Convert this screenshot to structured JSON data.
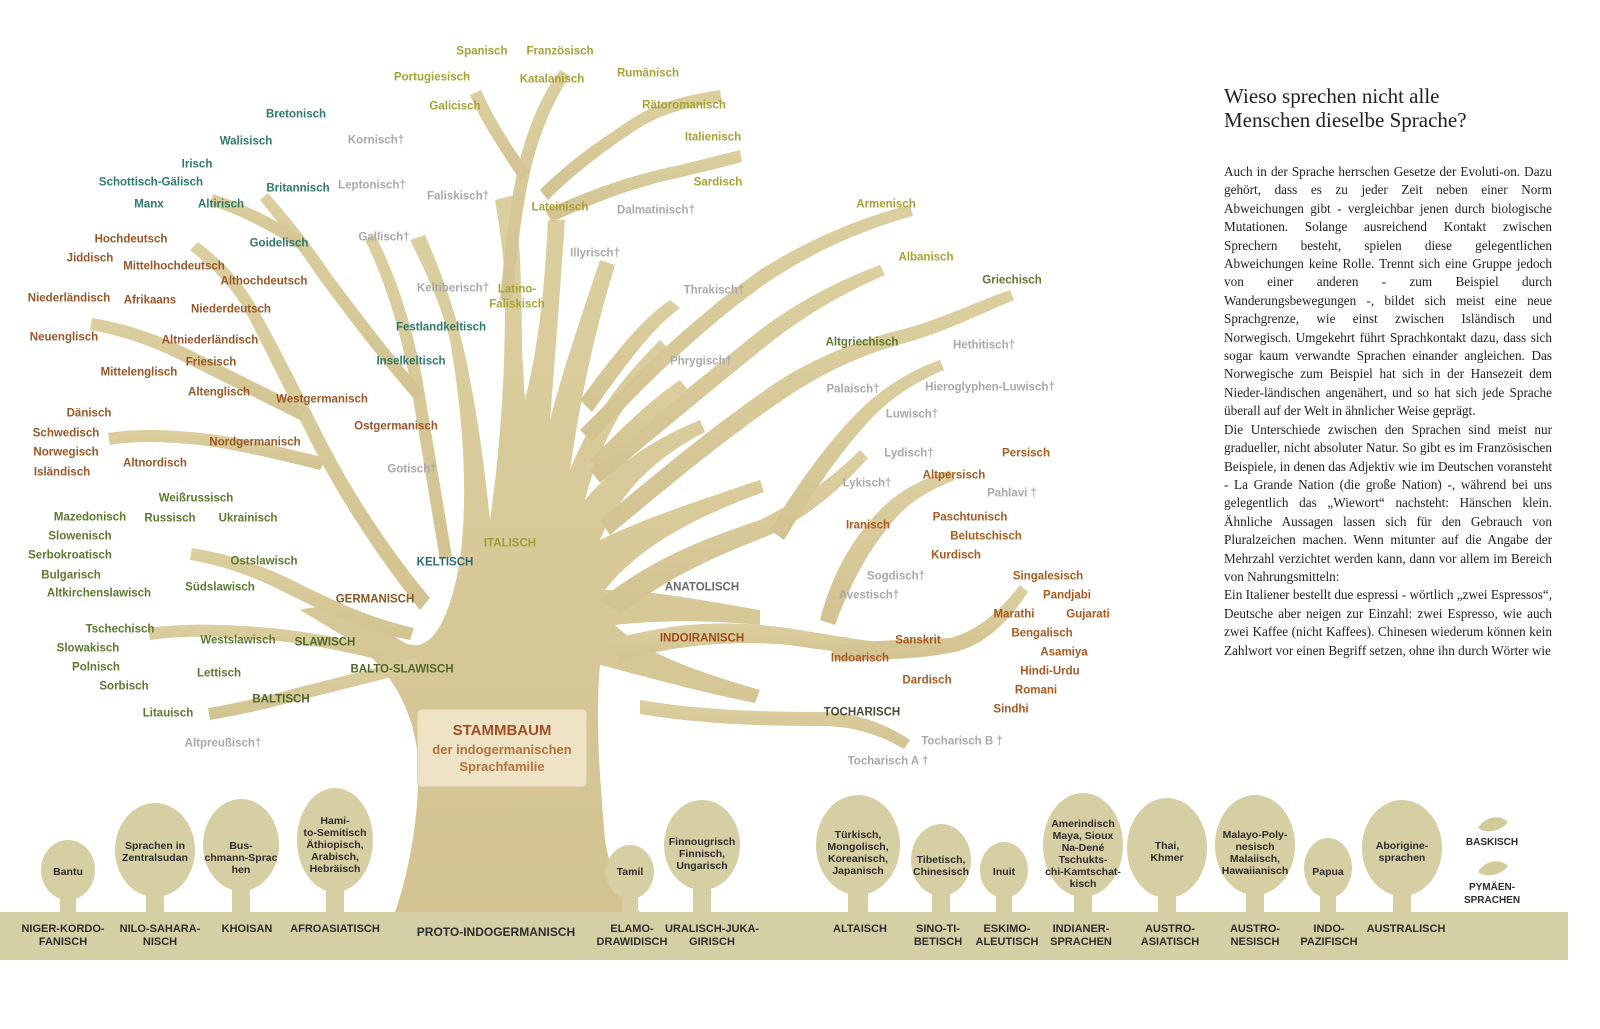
{
  "title_box": {
    "line1": "STAMMBAUM",
    "line2": "der indogermanischen",
    "line3": "Sprachfamilie"
  },
  "side": {
    "heading_line1": "Wieso sprechen nicht alle",
    "heading_line2": "Menschen dieselbe Sprache?",
    "paragraph1": "Auch in der Sprache herrschen Gesetze der Evoluti-on. Dazu gehört, dass es zu jeder Zeit neben einer Norm Abweichungen gibt - vergleichbar jenen durch biologische Mutationen. Solange ausreichend Kontakt zwischen Sprechern besteht, spielen diese gelegentlichen Abweichungen keine Rolle. Trennt sich eine Gruppe jedoch von einer anderen - zum Beispiel durch Wanderungsbewegungen -, bildet sich meist eine neue Sprachgrenze, wie einst zwischen Isländisch und Norwegisch. Umgekehrt führt Sprachkontakt dazu, dass sich sogar kaum verwandte Sprachen einander angleichen. Das Norwegische zum Beispiel hat sich in der Hansezeit dem Nieder-ländischen angenähert, und so hat sich jede Sprache überall auf der Welt in ähnlicher Weise geprägt.",
    "paragraph2": "Die Unterschiede zwischen den Sprachen sind meist nur gradueller, nicht absoluter Natur. So gibt es im Französischen Beispiele, in denen das Adjektiv wie im Deutschen voransteht - La Grande Nation (die große Nation) -, während bei uns gelegentlich das „Wiewort“ nachsteht: Hänschen klein. Ähnliche Aussagen lassen sich für den Gebrauch von Pluralzeichen machen. Wenn mitunter auf die Angabe der Mehrzahl verzichtet werden kann, dann vor allem im Bereich von Nahrungsmitteln:",
    "paragraph3": "Ein Italiener bestellt due espressi - wörtlich „zwei Espressos“, Deutsche aber neigen zur Einzahl: zwei Espresso, wie auch zwei Kaffee (nicht Kaffees). Chinesen wiederum können kein Zahlwort vor einen Begriff setzen, ohne ihn durch Wörter wie"
  },
  "branches": {
    "italic": [
      "Spanisch",
      "Französisch",
      "Portugiesisch",
      "Katalanisch",
      "Rumänisch",
      "Galicisch",
      "Rätoromanisch",
      "Italienisch",
      "Sardisch",
      "Dalmatinisch†",
      "Lateinisch",
      "Latino-",
      "Faliskisch",
      "Faliskisch†",
      "ITALISCH"
    ],
    "celtic": [
      "Bretonisch",
      "Walisisch",
      "Irisch",
      "Schottisch-Gälisch",
      "Manx",
      "Altirisch",
      "Britannisch",
      "Goidelisch",
      "Kornisch†",
      "Leptonisch†",
      "Gallisch†",
      "Keltiberisch†",
      "Festlandkeltisch",
      "Inselkeltisch",
      "KELTISCH"
    ],
    "germanic": [
      "Hochdeutsch",
      "Jiddisch",
      "Mittelhochdeutsch",
      "Althochdeutsch",
      "Niederländisch",
      "Afrikaans",
      "Niederdeutsch",
      "Altniederländisch",
      "Neuenglisch",
      "Friesisch",
      "Mittelenglisch",
      "Altenglisch",
      "Westgermanisch",
      "Ostgermanisch",
      "Gotisch†",
      "Dänisch",
      "Schwedisch",
      "Norwegisch",
      "Isländisch",
      "Nordgermanisch",
      "Altnordisch",
      "GERMANISCH"
    ],
    "slavic": [
      "Weißrussisch",
      "Mazedonisch",
      "Russisch",
      "Ukrainisch",
      "Slowenisch",
      "Serbokroatisch",
      "Ostslawisch",
      "Bulgarisch",
      "Südslawisch",
      "Altkirchenslawisch",
      "Tschechisch",
      "Westslawisch",
      "Slowakisch",
      "SLAWISCH",
      "Polnisch",
      "BALTO-SLAWISCH",
      "Lettisch",
      "Sorbisch",
      "BALTISCH",
      "Litauisch",
      "Altpreußisch†"
    ],
    "other_ie": [
      "Armenisch",
      "Illyrisch†",
      "Albanisch",
      "Griechisch",
      "Thrakisch†",
      "Phrygisch†",
      "Altgriechisch"
    ],
    "anatolian": [
      "Hethitisch†",
      "Palaisch†",
      "Hieroglyphen-Luwisch†",
      "Luwisch†",
      "Lydisch†",
      "Lykisch†",
      "ANATOLISCH"
    ],
    "indoiranian": [
      "Persisch",
      "Altpersisch",
      "Pahlavi †",
      "Iranisch",
      "Paschtunisch",
      "Belutschisch",
      "Kurdisch",
      "Sogdisch†",
      "Avestisch†",
      "Singalesisch",
      "Pandjabi",
      "Marathi",
      "Gujarati",
      "Bengalisch",
      "Sanskrit",
      "Asamiya",
      "Indoarisch",
      "Hindi-Urdu",
      "Dardisch",
      "Romani",
      "Sindhi",
      "INDOIRANISCH"
    ],
    "tocharian": [
      "TOCHARISCH",
      "Tocharisch B †",
      "Tocharisch A †"
    ]
  },
  "small_trees": [
    {
      "text": "Bantu",
      "ground": "NIGER-KORDO-\nFANISCH"
    },
    {
      "text": "Sprachen in\nZentralsudan",
      "ground": "NILO-SAHARA-\nNISCH"
    },
    {
      "text": "Bus-\nchmann-Sprac\nhen",
      "ground": "KHOISAN"
    },
    {
      "text": "Hami-\nto-Semitisch\nÄthiopisch,\nArabisch,\nHebräisch",
      "ground": "AFROASIATISCH"
    },
    {
      "text": "Tamil",
      "ground": "ELAMO-\nDRAWIDISCH"
    },
    {
      "text": "Finnougrisch\nFinnisch,\nUngarisch",
      "ground": "URALISCH-JUKA-\nGIRISCH"
    },
    {
      "text": "Türkisch,\nMongolisch,\nKoreanisch,\nJapanisch",
      "ground": "ALTAISCH"
    },
    {
      "text": "Tibetisch,\nChinesisch",
      "ground": "SINO-TI-\nBETISCH"
    },
    {
      "text": "Inuit",
      "ground": "ESKIMO-\nALEUTISCH"
    },
    {
      "text": "Amerindisch\nMaya, Sioux\nNa-Dené\nTschukts-\nchi-Kamtschat-\nkisch",
      "ground": "INDIANER-\nSPRACHEN"
    },
    {
      "text": "Thai,\nKhmer",
      "ground": "AUSTRO-\nASIATISCH"
    },
    {
      "text": "Malayo-Poly-\nnesisch\nMalaiisch,\nHawaiianisch",
      "ground": "AUSTRO-\nNESISCH"
    },
    {
      "text": "Papua",
      "ground": "INDO-\nPAZIFISCH"
    },
    {
      "text": "Aborigine-\nsprachen",
      "ground": "AUSTRALISCH"
    }
  ],
  "proto_label": "PROTO-INDOGERMANISCH",
  "leaves": [
    "BASKISCH",
    "PYMÄEN-\nSPRACHEN"
  ],
  "colors": {
    "trunk": "#d8c99a",
    "trunk_edge": "#c9b985",
    "small_tree": "#d6cfa3",
    "ground": "#d4cfa5"
  }
}
